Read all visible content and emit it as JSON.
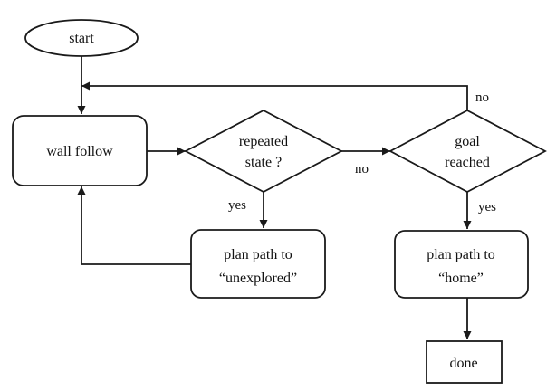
{
  "nodes": {
    "start": {
      "label": "start"
    },
    "wall_follow": {
      "label": "wall follow"
    },
    "repeated_state": {
      "line1": "repeated",
      "line2": "state ?"
    },
    "goal_reached": {
      "line1": "goal",
      "line2": "reached"
    },
    "plan_unexplored": {
      "line1": "plan path to",
      "line2": "“unexplored”"
    },
    "plan_home": {
      "line1": "plan path to",
      "line2": "“home”"
    },
    "done": {
      "label": "done"
    }
  },
  "edge_labels": {
    "repeated_no": "no",
    "repeated_yes": "yes",
    "goal_no": "no",
    "goal_yes": "yes"
  }
}
